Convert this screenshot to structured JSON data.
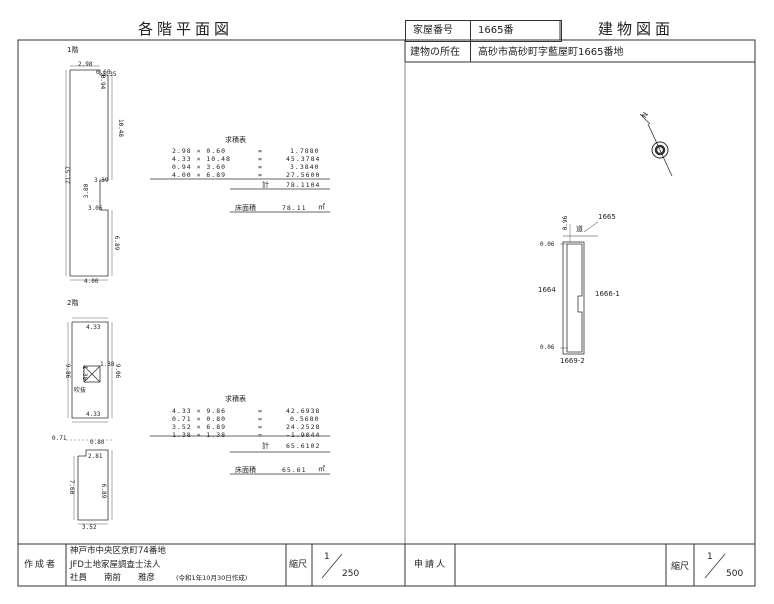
{
  "header": {
    "left_title": "各階平面図",
    "right_title": "建物図面",
    "house_no_label": "家屋番号",
    "house_no_value": "1665番",
    "location_label": "建物の所在",
    "location_value": "高砂市高砂町字藍屋町1665番地"
  },
  "floor1": {
    "label": "1階",
    "dims": [
      "2.98",
      "0.60",
      "1.35",
      "0.94",
      "10.48",
      "21.57",
      "3.39",
      "3.80",
      "3.06",
      "6.89",
      "4.00"
    ],
    "calc_title": "求積表",
    "rows": [
      {
        "expr": "2.98 × 0.60",
        "eq": "=",
        "val": "1.7880"
      },
      {
        "expr": "4.33 × 10.48",
        "eq": "=",
        "val": "45.3784"
      },
      {
        "expr": "0.94 × 3.60",
        "eq": "=",
        "val": "3.3840"
      },
      {
        "expr": "4.00 × 6.89",
        "eq": "=",
        "val": "27.5600"
      }
    ],
    "total_label": "計",
    "total_value": "78.1104",
    "area_label": "床面積",
    "area_value": "78.11",
    "area_unit": "㎡"
  },
  "floor2": {
    "label": "2階",
    "dims": [
      "4.33",
      "1.38",
      "1.38",
      "9.86",
      "9.06",
      "4.33",
      "0.71",
      "0.80",
      "2.81",
      "7.60",
      "6.89",
      "3.52"
    ],
    "stair_label": "吹抜",
    "calc_title": "求積表",
    "rows": [
      {
        "expr": "4.33 × 9.86",
        "eq": "=",
        "val": "42.6938"
      },
      {
        "expr": "0.71 × 0.80",
        "eq": "=",
        "val": "0.5680"
      },
      {
        "expr": "3.52 × 6.89",
        "eq": "=",
        "val": "24.2528"
      },
      {
        "expr": "1.38 × 1.38",
        "eq": "=",
        "val": "-1.9044"
      }
    ],
    "total_label": "計",
    "total_value": "65.6102",
    "area_label": "床面積",
    "area_value": "65.61",
    "area_unit": "㎡"
  },
  "site": {
    "north": "N",
    "road": "道",
    "lot_top": "1665",
    "lot_left": "1664",
    "lot_right": "1666-1",
    "lot_bottom": "1669-2",
    "dim_top": "0.96",
    "dim_a": "0.06",
    "dim_b": "0.06"
  },
  "footer": {
    "creator_label": "作成者",
    "creator_line1": "神戸市中央区京町74番地",
    "creator_line2": "JFD土地家屋調査士法人",
    "creator_line3": "社員　　南前　　雅彦",
    "creator_date": "(令和1年10月30日作成)",
    "scale_label": "縮尺",
    "scale_num": "1",
    "scale_den": "250",
    "applicant_label": "申請人",
    "scale2_label": "縮尺",
    "scale2_num": "1",
    "scale2_den": "500"
  }
}
